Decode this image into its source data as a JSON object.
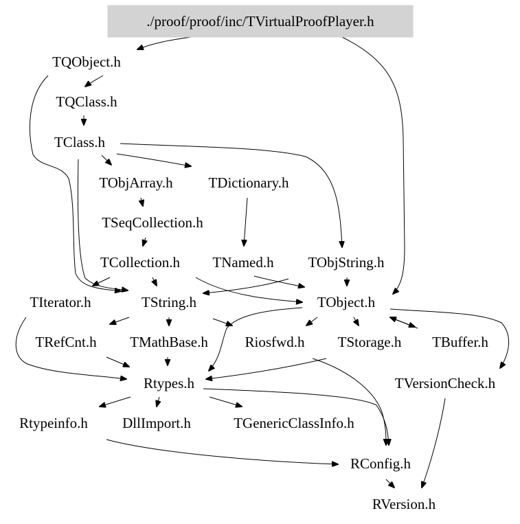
{
  "root": {
    "label": "./proof/proof/inc/TVirtualProofPlayer.h",
    "fill": "#d3d3d3"
  },
  "nodes": {
    "TQObject": "TQObject.h",
    "TQClass": "TQClass.h",
    "TClass": "TClass.h",
    "TObjArray": "TObjArray.h",
    "TDictionary": "TDictionary.h",
    "TSeqCollection": "TSeqCollection.h",
    "TCollection": "TCollection.h",
    "TNamed": "TNamed.h",
    "TObjString": "TObjString.h",
    "TIterator": "TIterator.h",
    "TString": "TString.h",
    "TObject": "TObject.h",
    "TRefCnt": "TRefCnt.h",
    "TMathBase": "TMathBase.h",
    "Riosfwd": "Riosfwd.h",
    "TStorage": "TStorage.h",
    "TBuffer": "TBuffer.h",
    "Rtypes": "Rtypes.h",
    "TVersionCheck": "TVersionCheck.h",
    "Rtypeinfo": "Rtypeinfo.h",
    "DllImport": "DllImport.h",
    "TGenericClassInfo": "TGenericClassInfo.h",
    "RConfig": "RConfig.h",
    "RVersion": "RVersion.h"
  },
  "edges": [
    [
      "root",
      "TQObject"
    ],
    [
      "root",
      "TObject"
    ],
    [
      "TQObject",
      "TQClass"
    ],
    [
      "TQObject",
      "TString"
    ],
    [
      "TQClass",
      "TClass"
    ],
    [
      "TClass",
      "TObjArray"
    ],
    [
      "TClass",
      "TDictionary"
    ],
    [
      "TClass",
      "TObjString"
    ],
    [
      "TClass",
      "TString"
    ],
    [
      "TObjArray",
      "TSeqCollection"
    ],
    [
      "TSeqCollection",
      "TCollection"
    ],
    [
      "TDictionary",
      "TNamed"
    ],
    [
      "TCollection",
      "TIterator"
    ],
    [
      "TCollection",
      "TString"
    ],
    [
      "TCollection",
      "TObject"
    ],
    [
      "TNamed",
      "TObject"
    ],
    [
      "TObjString",
      "TObject"
    ],
    [
      "TObjString",
      "TString"
    ],
    [
      "TString",
      "TRefCnt"
    ],
    [
      "TString",
      "TMathBase"
    ],
    [
      "TString",
      "Riosfwd"
    ],
    [
      "TObject",
      "Riosfwd"
    ],
    [
      "TObject",
      "TStorage"
    ],
    [
      "TObject",
      "TBuffer"
    ],
    [
      "TObject",
      "TVersionCheck"
    ],
    [
      "TObject",
      "Rtypes"
    ],
    [
      "TIterator",
      "Rtypes"
    ],
    [
      "TRefCnt",
      "Rtypes"
    ],
    [
      "TMathBase",
      "Rtypes"
    ],
    [
      "TStorage",
      "Rtypes"
    ],
    [
      "TStorage",
      "RConfig"
    ],
    [
      "TBuffer",
      "TObject"
    ],
    [
      "Rtypes",
      "Rtypeinfo"
    ],
    [
      "Rtypes",
      "DllImport"
    ],
    [
      "Rtypes",
      "TGenericClassInfo"
    ],
    [
      "Rtypes",
      "RConfig"
    ],
    [
      "Rtypeinfo",
      "RConfig"
    ],
    [
      "TVersionCheck",
      "RVersion"
    ],
    [
      "RConfig",
      "RVersion"
    ]
  ]
}
